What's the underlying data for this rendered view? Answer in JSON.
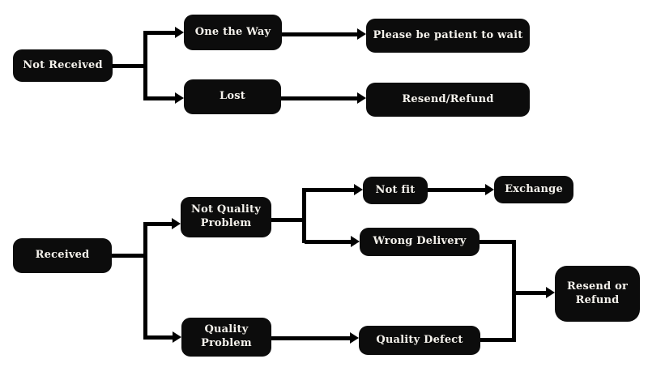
{
  "diagram": {
    "type": "flowchart",
    "colors": {
      "background": "#ffffff",
      "node_bg": "#0c0c0c",
      "node_text": "#f5f2ec",
      "connector": "#000000"
    },
    "nodes": {
      "not_received": {
        "label": "Not Received"
      },
      "one_the_way": {
        "label": "One the Way"
      },
      "lost": {
        "label": "Lost"
      },
      "please_wait": {
        "label": "Please be patient to wait"
      },
      "resend_slash_refund": {
        "label": "Resend/Refund"
      },
      "received": {
        "label": "Received"
      },
      "not_quality_problem": {
        "label": "Not Quality Problem"
      },
      "quality_problem": {
        "label": "Quality Problem"
      },
      "not_fit": {
        "label": "Not fit"
      },
      "wrong_delivery": {
        "label": "Wrong Delivery"
      },
      "quality_defect": {
        "label": "Quality Defect"
      },
      "exchange": {
        "label": "Exchange"
      },
      "resend_or_refund": {
        "label": "Resend or Refund"
      }
    },
    "edges": [
      {
        "from": "Not Received",
        "to": "One the Way"
      },
      {
        "from": "Not Received",
        "to": "Lost"
      },
      {
        "from": "One the Way",
        "to": "Please be patient to wait"
      },
      {
        "from": "Lost",
        "to": "Resend/Refund"
      },
      {
        "from": "Received",
        "to": "Not Quality Problem"
      },
      {
        "from": "Received",
        "to": "Quality Problem"
      },
      {
        "from": "Not Quality Problem",
        "to": "Not fit"
      },
      {
        "from": "Not Quality Problem",
        "to": "Wrong Delivery"
      },
      {
        "from": "Not fit",
        "to": "Exchange"
      },
      {
        "from": "Quality Problem",
        "to": "Quality Defect"
      },
      {
        "from": "Wrong Delivery",
        "to": "Resend or Refund"
      },
      {
        "from": "Quality Defect",
        "to": "Resend or Refund"
      }
    ]
  }
}
